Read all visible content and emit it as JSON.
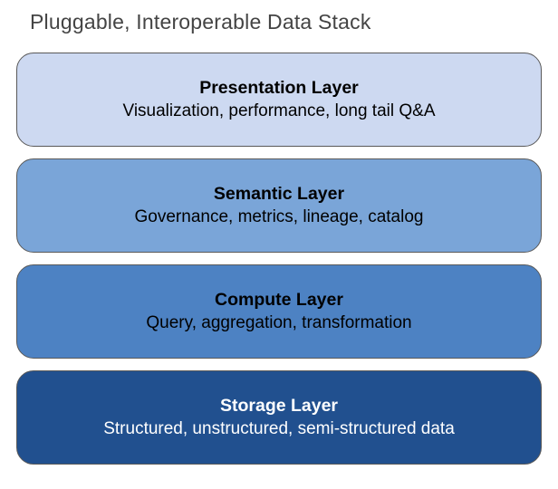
{
  "header": {
    "title": "Pluggable, Interoperable Data Stack",
    "title_color": "#444444"
  },
  "diagram": {
    "border_color": "#595959",
    "layers": [
      {
        "id": "presentation",
        "title": "Presentation Layer",
        "subtitle": "Visualization, performance, long tail Q&A",
        "fill": "#cdd9f1",
        "text_color": "#000000"
      },
      {
        "id": "semantic",
        "title": "Semantic Layer",
        "subtitle": "Governance, metrics, lineage, catalog",
        "fill": "#7aa5d8",
        "text_color": "#000000"
      },
      {
        "id": "compute",
        "title": "Compute Layer",
        "subtitle": "Query, aggregation, transformation",
        "fill": "#4d82c3",
        "text_color": "#000000"
      },
      {
        "id": "storage",
        "title": "Storage Layer",
        "subtitle": "Structured, unstructured, semi-structured data",
        "fill": "#21508f",
        "text_color": "#ffffff"
      }
    ]
  }
}
